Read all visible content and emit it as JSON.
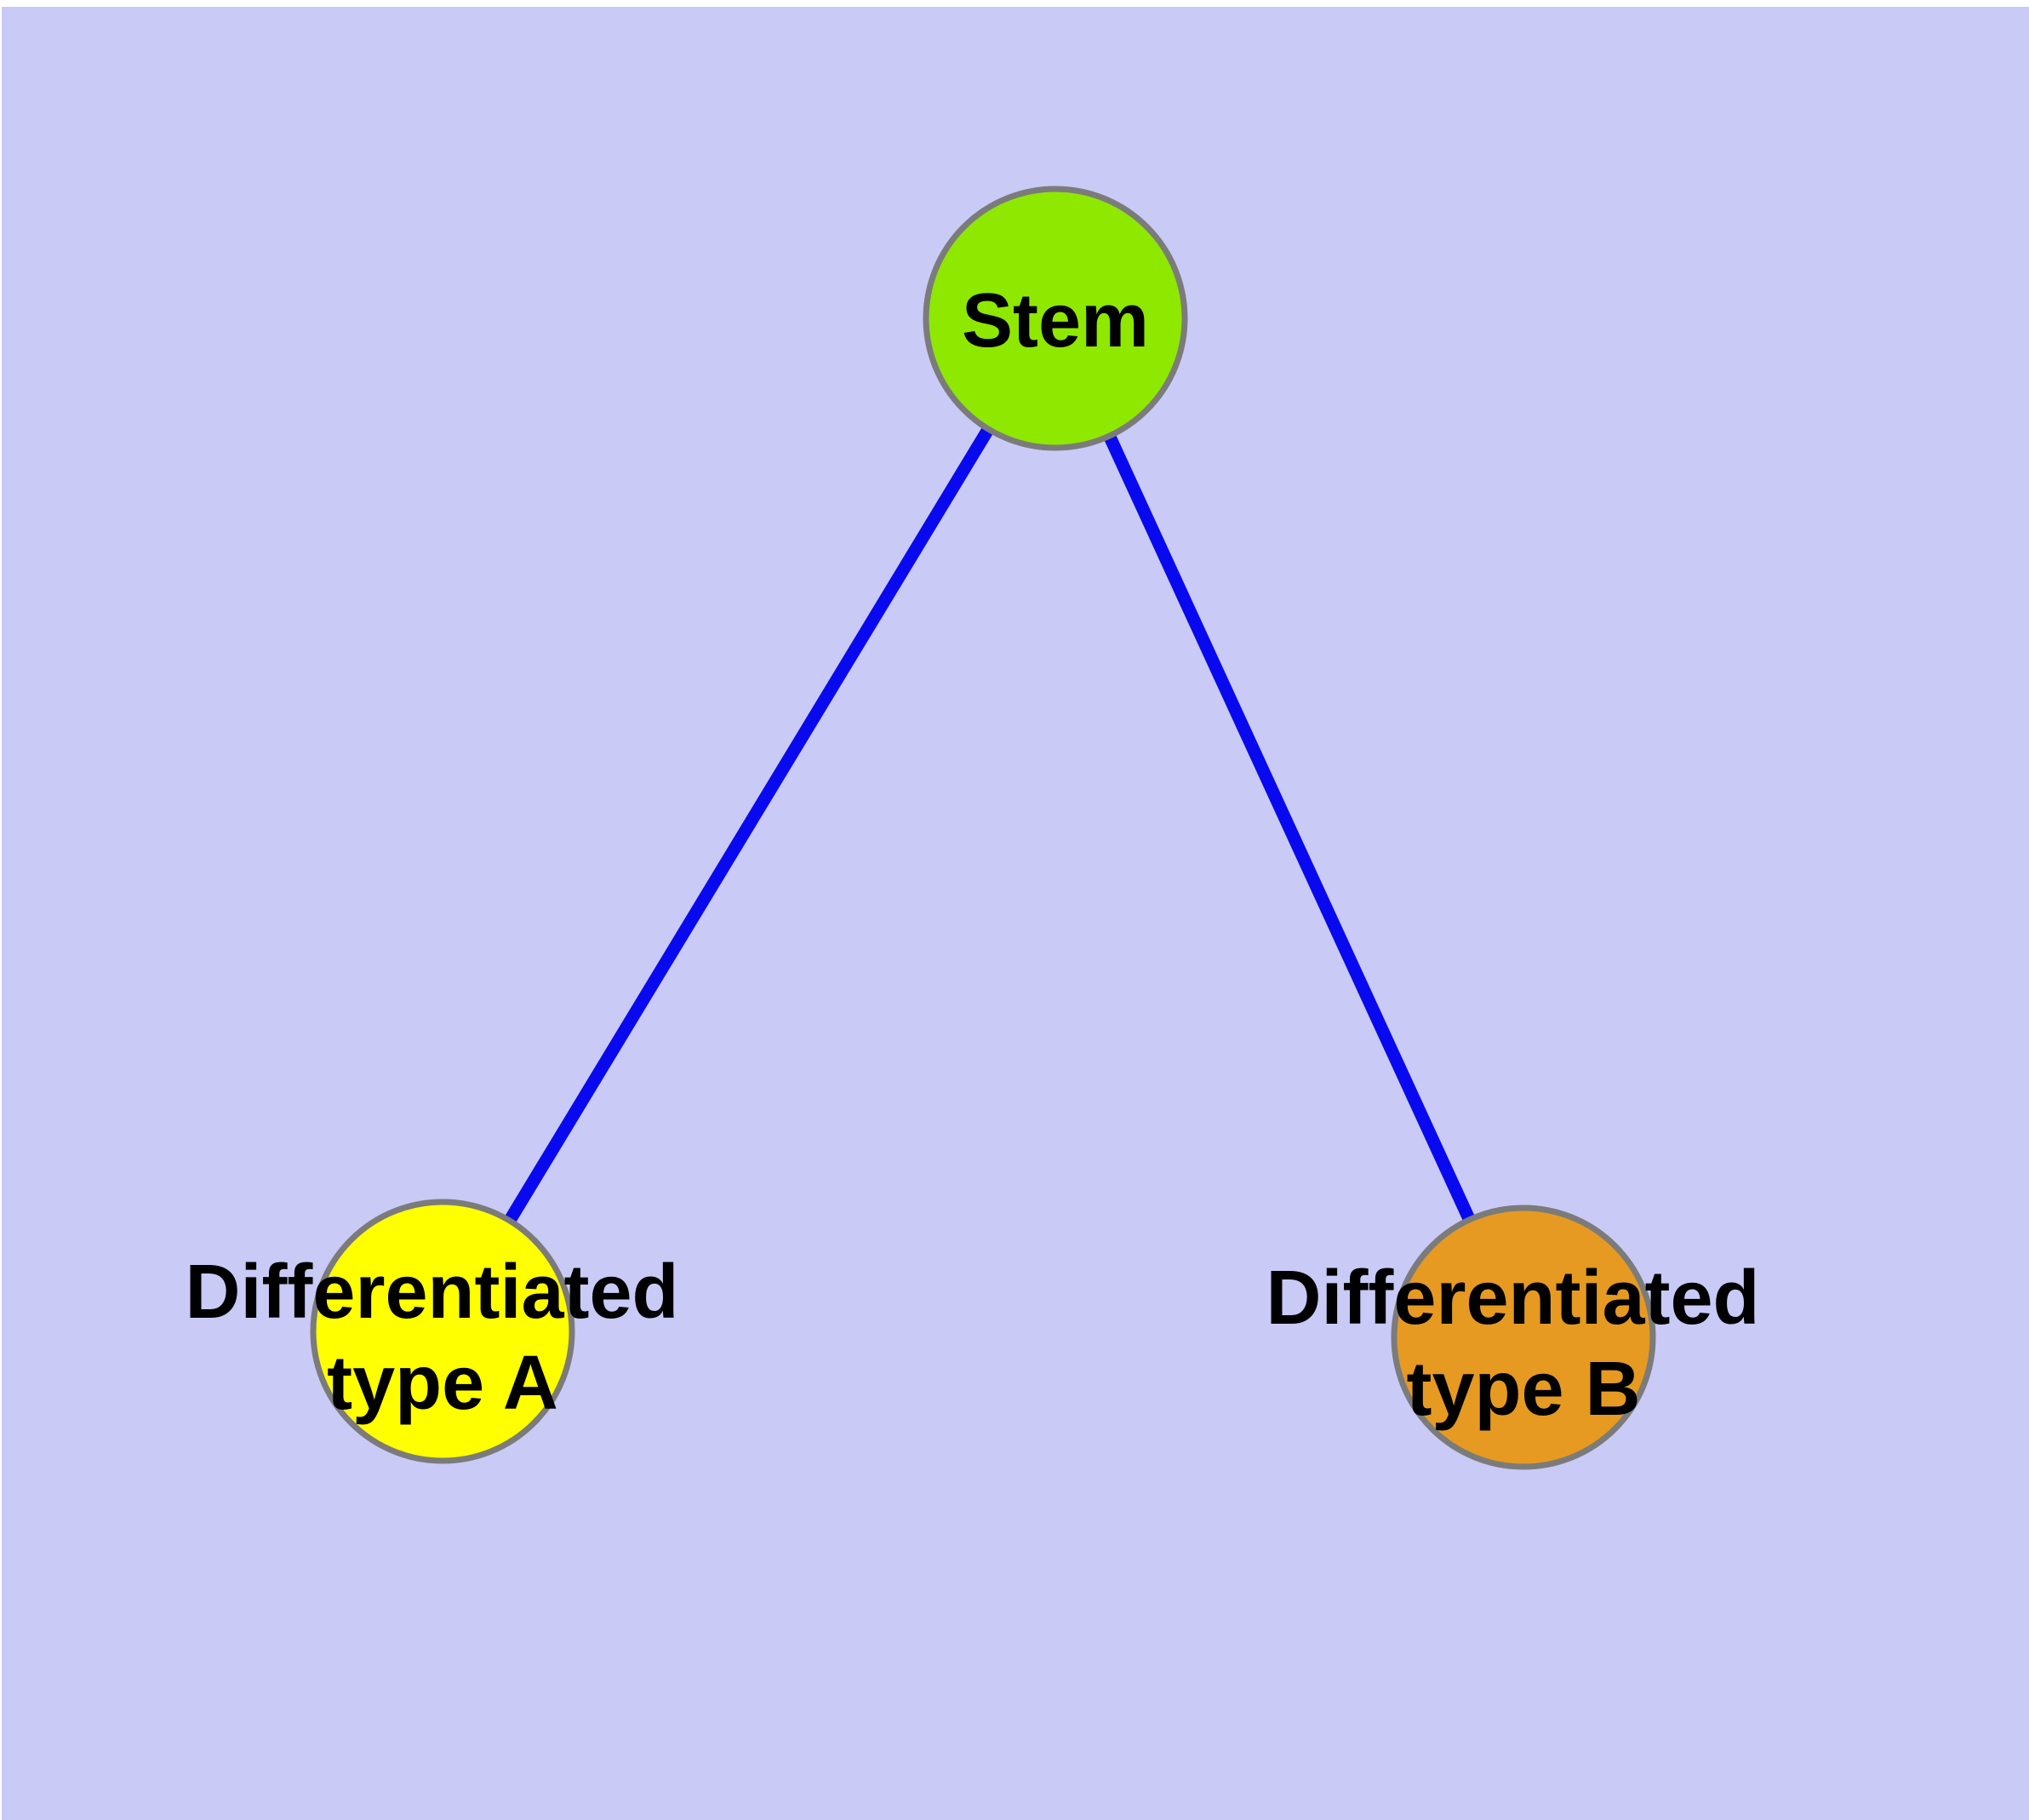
{
  "figure": {
    "page_background": "#FFFFFF",
    "canvas_fill": "#C9CAF6"
  },
  "colors": {
    "edge": "#0909F0",
    "node_stroke": "#7B7B7B",
    "label_text": "#000000",
    "stem_fill": "#8EE800",
    "type_a_fill": "#FFFF00",
    "type_b_fill": "#E69A22"
  },
  "nodes": [
    {
      "id": "stem",
      "label": "Stem",
      "fill": "#8EE800"
    },
    {
      "id": "differentiated-type-a",
      "label": "Differentiated type A",
      "label_line1": "Differentiated",
      "label_line2": "type A",
      "fill": "#FFFF00"
    },
    {
      "id": "differentiated-type-b",
      "label": "Differentiated type B",
      "label_line1": "Differentiated",
      "label_line2": "type B",
      "fill": "#E69A22"
    }
  ],
  "edges": [
    {
      "from": "Stem",
      "to": "Differentiated type A"
    },
    {
      "from": "Stem",
      "to": "Differentiated type B"
    }
  ]
}
